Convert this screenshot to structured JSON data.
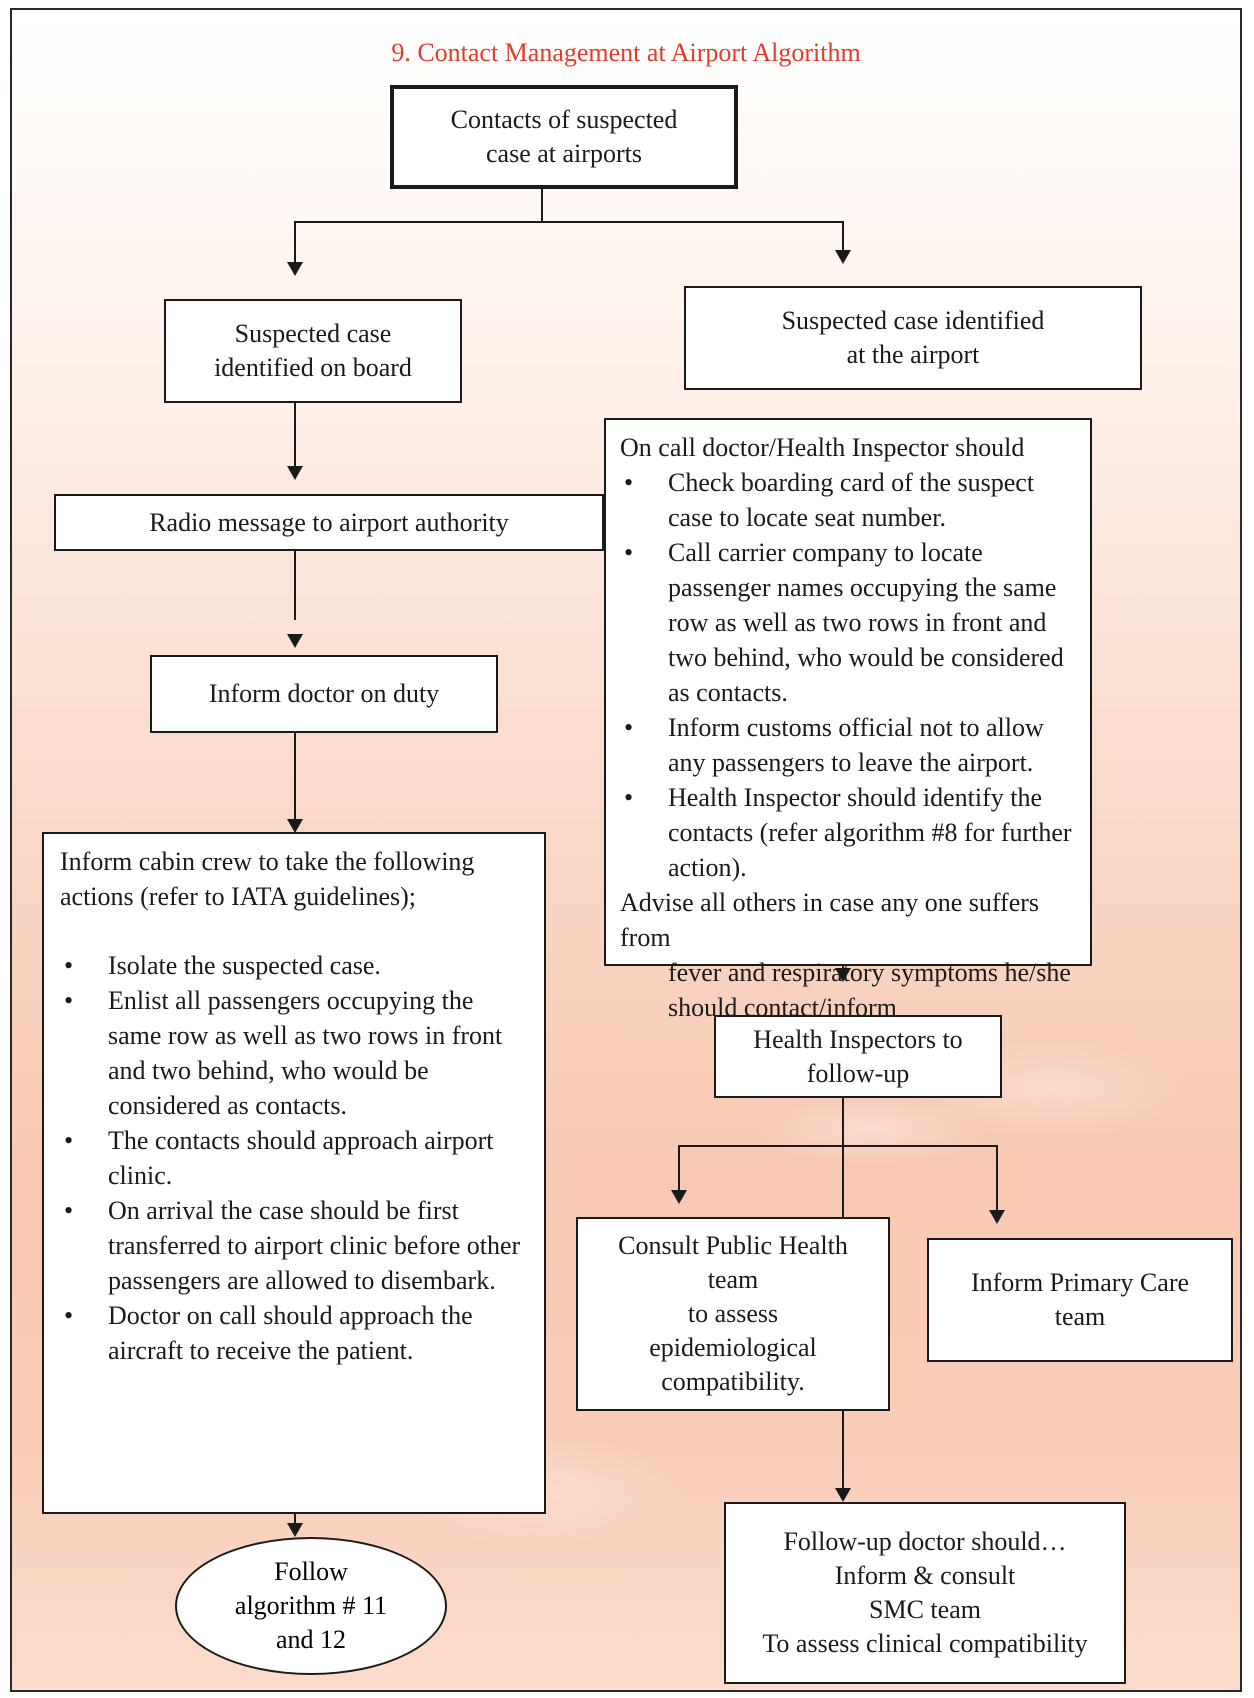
{
  "title": "9. Contact Management at Airport Algorithm",
  "nodes": {
    "contacts": [
      "Contacts of suspected",
      "case at airports"
    ],
    "on_board": [
      "Suspected case",
      "identified on board"
    ],
    "at_airport": [
      "Suspected case identified",
      "at the airport"
    ],
    "radio": "Radio message to airport authority",
    "inform_doctor": "Inform doctor on duty",
    "cabin_crew": {
      "intro": "Inform cabin crew to take the following actions (refer to IATA guidelines);",
      "items": [
        "Isolate the suspected case.",
        "Enlist all passengers occupying the same row as well as two rows in front and two behind, who would be considered as contacts.",
        "The contacts should approach airport clinic.",
        "On arrival the case should be first transferred to airport clinic before other passengers are allowed to disembark.",
        "Doctor on call should approach the aircraft to receive the patient."
      ]
    },
    "follow_algorithm": [
      "Follow",
      "algorithm # 11",
      "and 12"
    ],
    "on_call_doctor": {
      "intro": "On call doctor/Health Inspector should",
      "items": [
        "Check boarding card of the suspect case to locate seat number.",
        "Call carrier company to locate passenger names occupying the same row as well as two rows in front and two behind, who would be considered as contacts.",
        "Inform customs official not to allow any passengers to leave the airport.",
        "Health Inspector should identify the contacts (refer algorithm #8 for further action)."
      ],
      "footer_first": "Advise all others in case any one suffers from",
      "footer_rest": "fever and respiratory symptoms he/she should contact/inform"
    },
    "health_inspectors": [
      "Health Inspectors to",
      "follow-up"
    ],
    "public_health": [
      "Consult Public Health",
      "team",
      "to assess",
      "epidemiological",
      "compatibility."
    ],
    "primary_care": [
      "Inform Primary Care",
      "team"
    ],
    "followup_doctor": [
      "Follow-up doctor should…",
      "Inform & consult",
      "SMC team",
      "To assess clinical compatibility"
    ]
  }
}
